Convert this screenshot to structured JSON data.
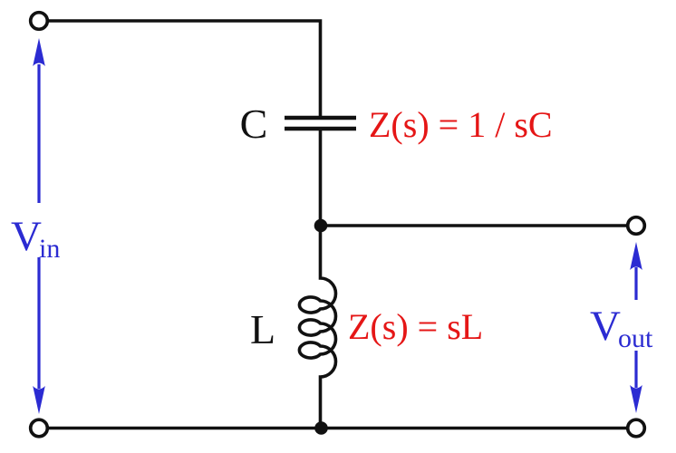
{
  "colors": {
    "wire": "#111111",
    "blue": "#2b2bd2",
    "red": "#e51616",
    "background": "#ffffff"
  },
  "input_voltage": {
    "base": "V",
    "subscript": "in"
  },
  "output_voltage": {
    "base": "V",
    "subscript": "out"
  },
  "capacitor": {
    "name": "C",
    "impedance": "Z(s) = 1 / sC"
  },
  "inductor": {
    "name": "L",
    "impedance": "Z(s) = sL"
  }
}
